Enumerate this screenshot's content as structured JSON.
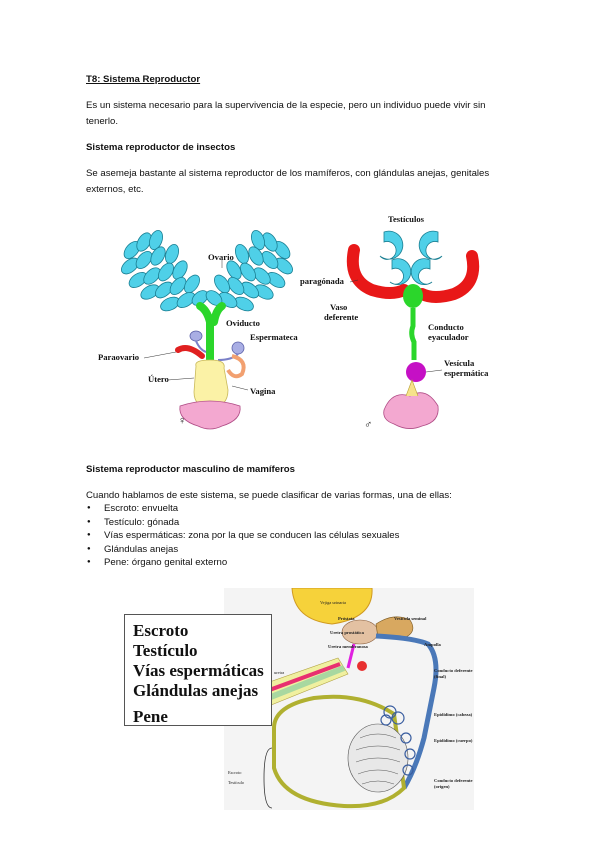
{
  "title": "T8: Sistema Reproductor",
  "intro": "Es un sistema necesario para la supervivencia de la especie, pero un individuo puede vivir sin tenerlo.",
  "insects": {
    "heading": "Sistema reproductor de insectos",
    "text": "Se asemeja bastante al sistema reproductor de los mamíferos, con glándulas anejas, genitales externos, etc.",
    "female_labels": {
      "ovario": "Ovario",
      "oviducto": "Oviducto",
      "espermateca": "Espermateca",
      "paraovario": "Paraovario",
      "utero": "Útero",
      "vagina": "Vagina",
      "symbol": "♀"
    },
    "male_labels": {
      "testiculos": "Testículos",
      "paragonada": "paragónada",
      "vaso_1": "Vaso",
      "vaso_2": "deferente",
      "conducto_1": "Conducto",
      "conducto_2": "eyaculador",
      "vesicula_1": "Vesícula",
      "vesicula_2": "espermática",
      "symbol": "♂"
    }
  },
  "mammals": {
    "heading": "Sistema reproductor masculino de mamíferos",
    "text": "Cuando hablamos de este sistema, se puede clasificar de varias formas, una de ellas:",
    "bullets": [
      "Escroto: envuelta",
      "Testículo: gónada",
      "Vías espermáticas: zona por la que se conducen las células sexuales",
      "Glándulas anejas",
      "Pene: órgano genital externo"
    ],
    "box": [
      "Escroto",
      "Testículo",
      "Vías espermáticas",
      "Glándulas anejas",
      "Pene"
    ],
    "diagram_labels": {
      "vejiga": "Vejiga urinaria",
      "prostata": "Próstata",
      "uretra_prostatica": "Uretra prostática",
      "uretra_membranosa": "Uretra membranosa",
      "vesicula_seminal": "Vesícula seminal",
      "ampolla": "Ampolla",
      "conducto_final_1": "Conducto deferente",
      "conducto_final_2": "(final)",
      "epididimo_cabeza": "Epidídimo (cabeza)",
      "epididimo_cuerpo": "Epidídimo (cuerpo)",
      "conducto_origen_1": "Conducto deferente",
      "conducto_origen_2": "(origen)",
      "escroto": "Escroto",
      "testiculo": "Testículo",
      "uretra_cut": "uretra"
    }
  }
}
